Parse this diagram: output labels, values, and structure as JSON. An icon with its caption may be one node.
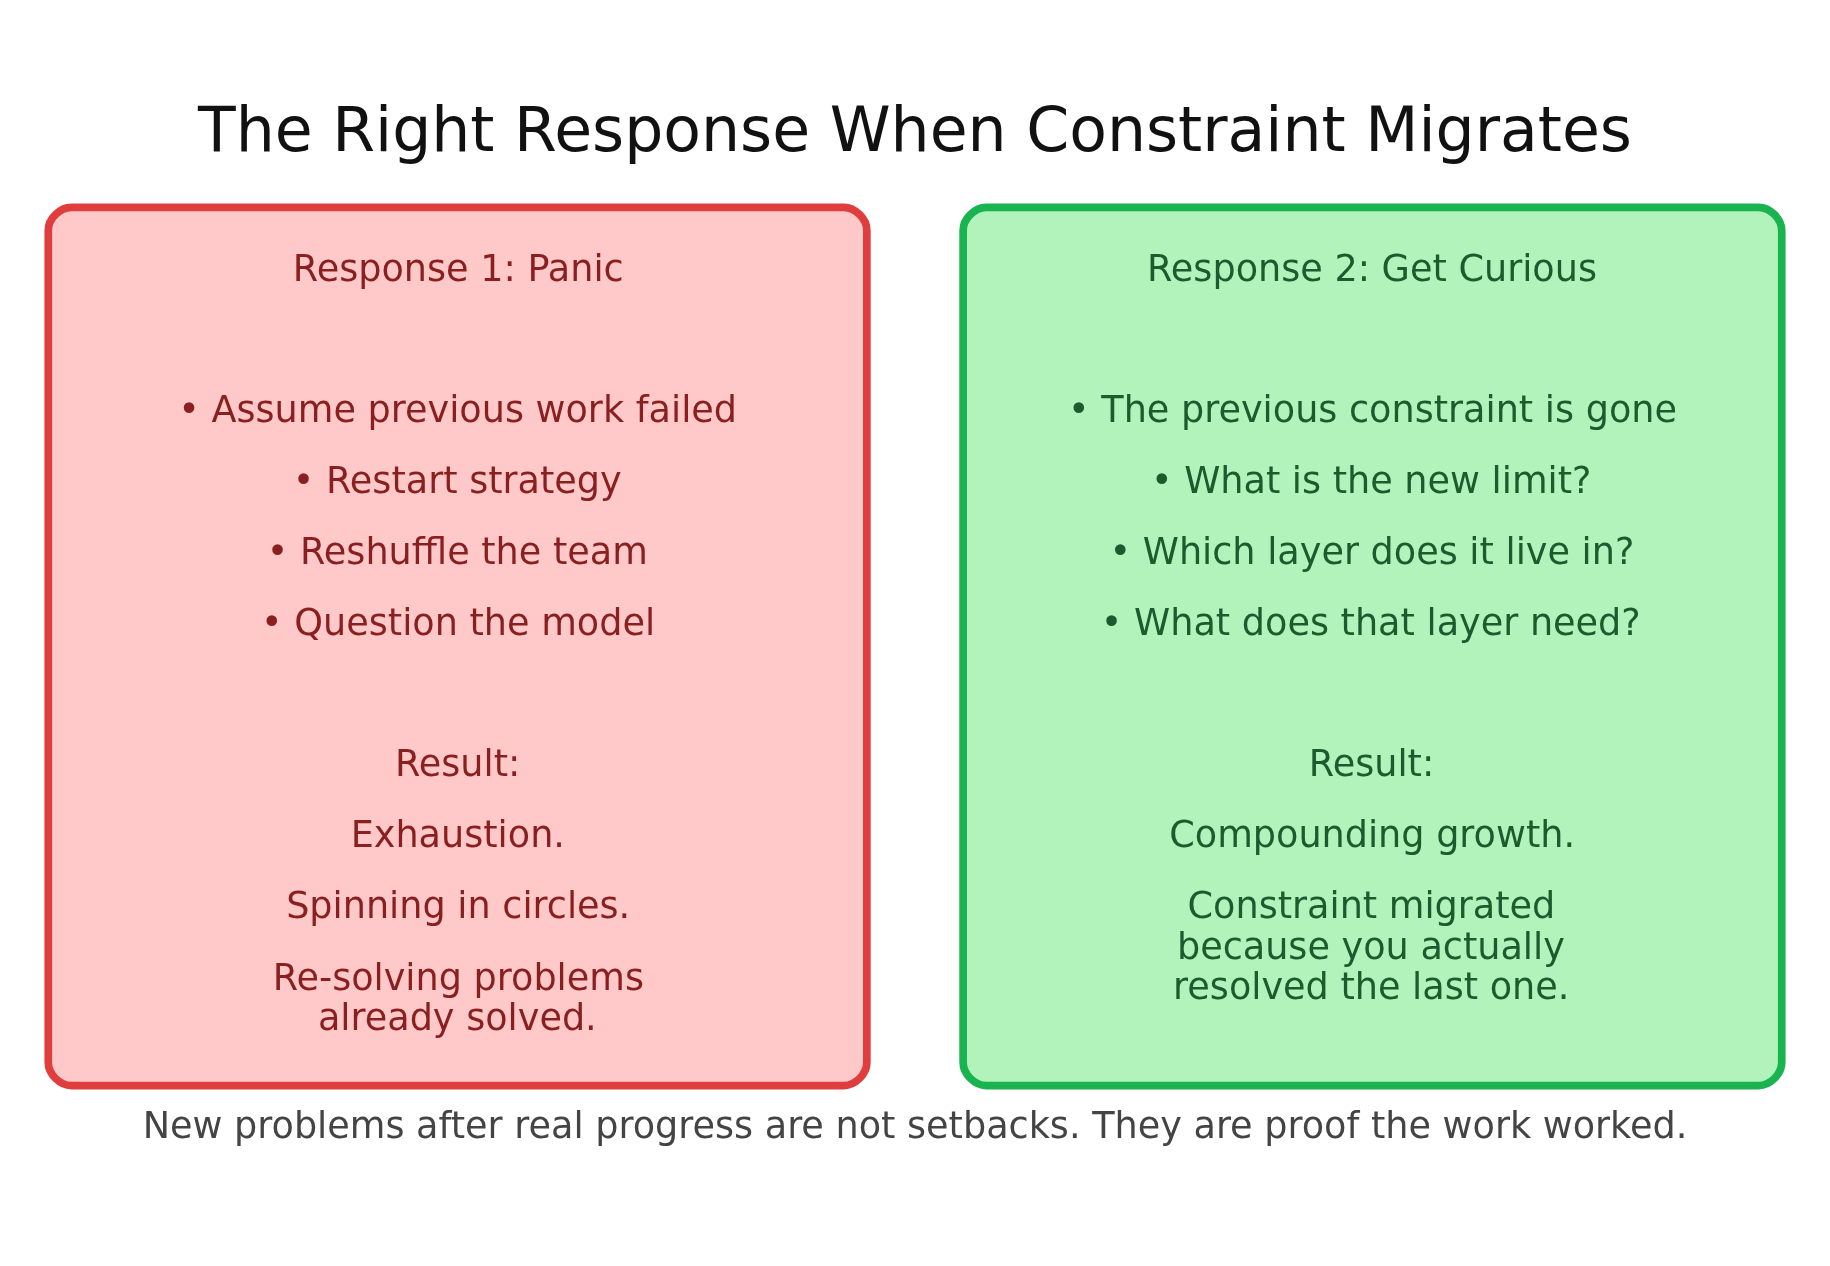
{
  "diagram": {
    "title": "The Right Response When Constraint Migrates",
    "caption": "New problems after real progress are not setbacks. They are proof the work worked.",
    "nodes": [
      {
        "text": [
          "Response 1: Panic",
          "• Assume previous work failed",
          "• Restart strategy",
          "• Reshuffle the team",
          "• Question the model",
          "Result:",
          "Exhaustion.",
          "Spinning in circles.",
          "Re-solving problems already solved."
        ]
      },
      {
        "text": [
          "Response 2: Get Curious",
          "• The previous constraint is gone",
          "• What is the new limit?",
          "• Which layer does it live in?",
          "• What does that layer need?",
          "Result:",
          "Compounding growth.",
          "Constraint migrated because you actually resolved the last one."
        ]
      }
    ]
  }
}
